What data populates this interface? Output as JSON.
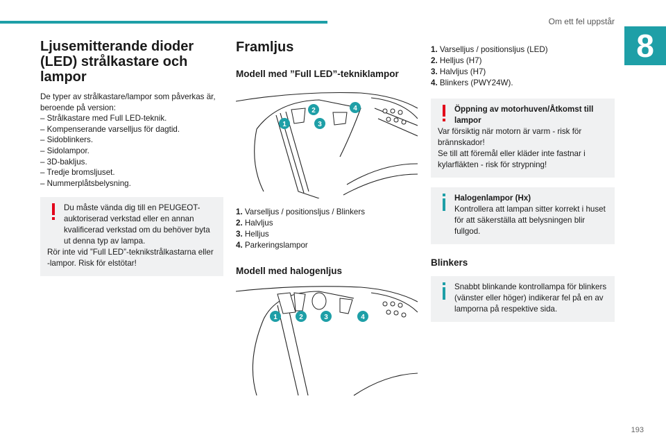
{
  "header": {
    "section": "Om ett fel uppstår",
    "chapter": "8"
  },
  "col1": {
    "title": "Ljusemitterande dioder (LED) strålkastare och lampor",
    "intro": "De typer av strålkastare/lampor som påverkas är, beroende på version:",
    "items": [
      "– Strålkastare med Full LED-teknik.",
      "– Kompenserande varselljus för dagtid.",
      "– Sidoblinkers.",
      "– Sidolampor.",
      "– 3D-bakljus.",
      "– Tredje bromsljuset.",
      "– Nummerplåtsbelysning."
    ],
    "warning_1": "Du måste vända dig till en PEUGEOT-auktoriserad verkstad eller en annan kvalificerad verkstad om du behöver byta ut denna typ av lampa.",
    "warning_2": "Rör inte vid ”Full LED”-teknikstrålkastarna eller -lampor. Risk för elstötar!"
  },
  "col2": {
    "title": "Framljus",
    "sub1": "Modell med ”Full LED”-tekniklampor",
    "list1": [
      {
        "n": "1.",
        "t": "Varselljus / positionsljus / Blinkers"
      },
      {
        "n": "2.",
        "t": "Halvljus"
      },
      {
        "n": "3.",
        "t": "Helljus"
      },
      {
        "n": "4.",
        "t": "Parkeringslampor"
      }
    ],
    "sub2": "Modell med halogenljus",
    "callouts": [
      "1",
      "2",
      "3",
      "4"
    ]
  },
  "col3": {
    "list": [
      {
        "n": "1.",
        "t": "Varselljus / positionsljus (LED)"
      },
      {
        "n": "2.",
        "t": "Helljus (H7)"
      },
      {
        "n": "3.",
        "t": "Halvljus (H7)"
      },
      {
        "n": "4.",
        "t": "Blinkers (PWY24W)."
      }
    ],
    "warning_title": "Öppning av motorhuven/Åtkomst till lampor",
    "warning_1": "Var försiktig när motorn är varm - risk för brännskador!",
    "warning_2": "Se till att föremål eller kläder inte fastnar i kylarfläkten - risk för strypning!",
    "info1_title": "Halogenlampor (Hx)",
    "info1_text": "Kontrollera att lampan sitter korrekt i huset för att säkerställa att belysningen blir fullgod.",
    "blinkers_title": "Blinkers",
    "info2_text": "Snabbt blinkande kontrollampa för blinkers (vänster eller höger) indikerar fel på en av lamporna på respektive sida."
  },
  "footer": {
    "page": "193"
  },
  "colors": {
    "accent": "#1e9fa7",
    "warning": "#e2001a",
    "info": "#1e9fa7",
    "box": "#f0f1f2"
  }
}
